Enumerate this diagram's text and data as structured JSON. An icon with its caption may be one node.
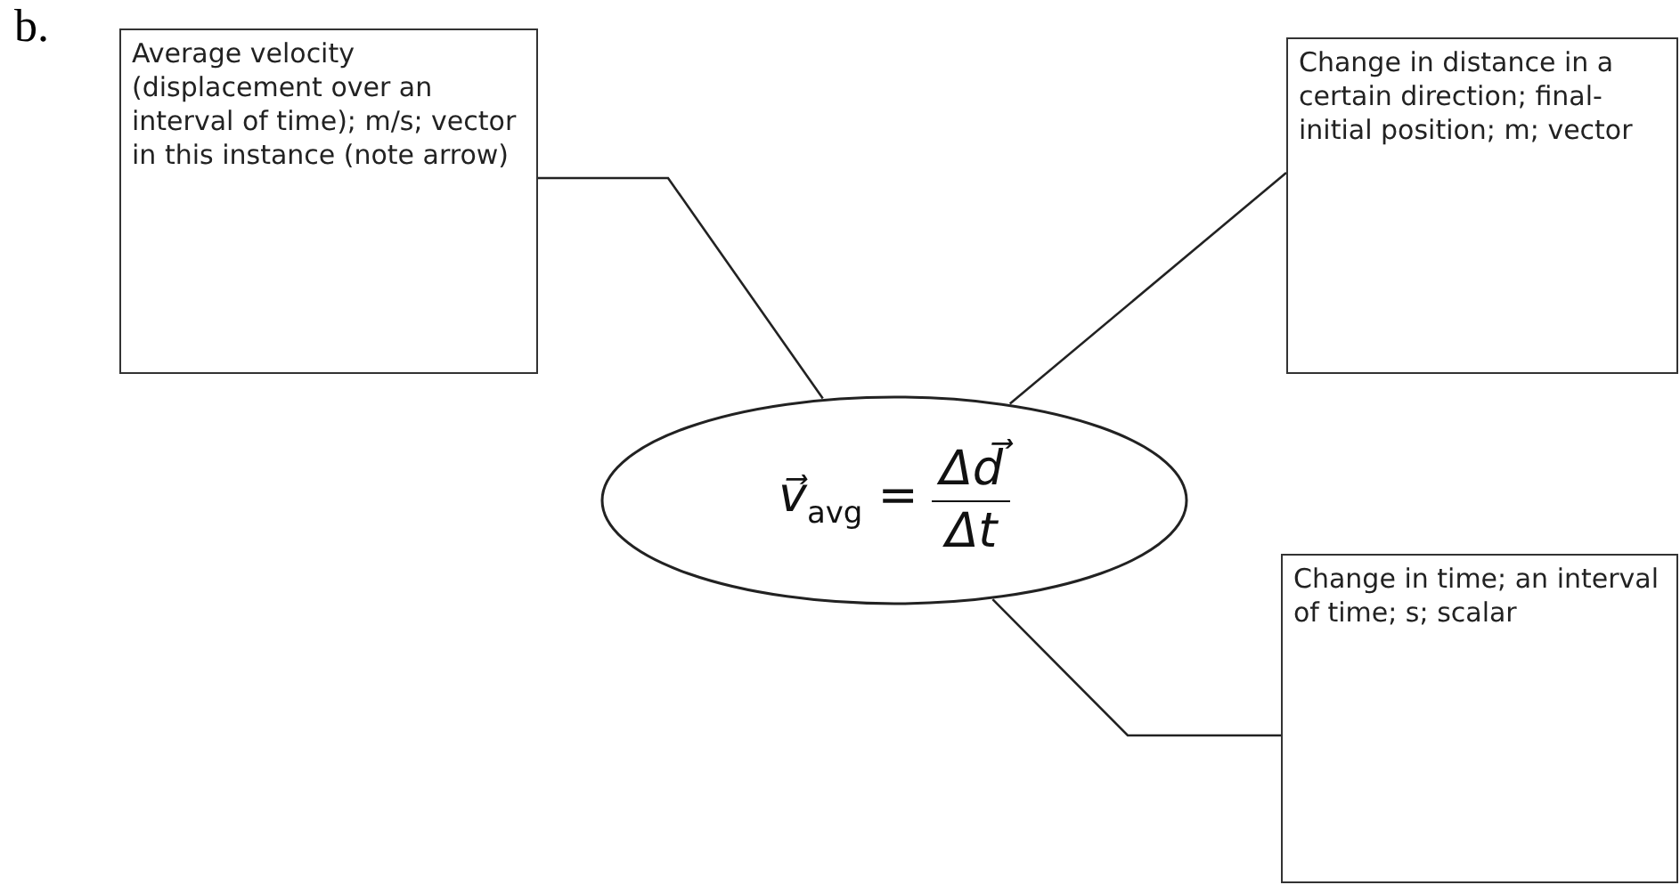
{
  "diagram": {
    "nodes": [
      {
        "text": [
          "Average velocity (displacement over an interval of time); m/s; vector in this instance (note arrow)"
        ]
      },
      {
        "text": [
          "Change in distance in a certain direction; final-initial position; m; vector"
        ]
      },
      {
        "text": [
          "v⃗$_{avg}$ =",
          "Δd⃗",
          "Δt"
        ]
      },
      {
        "text": [
          "Change in time; an interval of time; s; scalar"
        ]
      }
    ],
    "edges": [
      {
        "from": 0,
        "to": 2,
        "arrow": "none"
      },
      {
        "from": 1,
        "to": 2,
        "arrow": "none"
      },
      {
        "from": 3,
        "to": 2,
        "arrow": "none"
      }
    ],
    "labels": [
      "b."
    ]
  }
}
